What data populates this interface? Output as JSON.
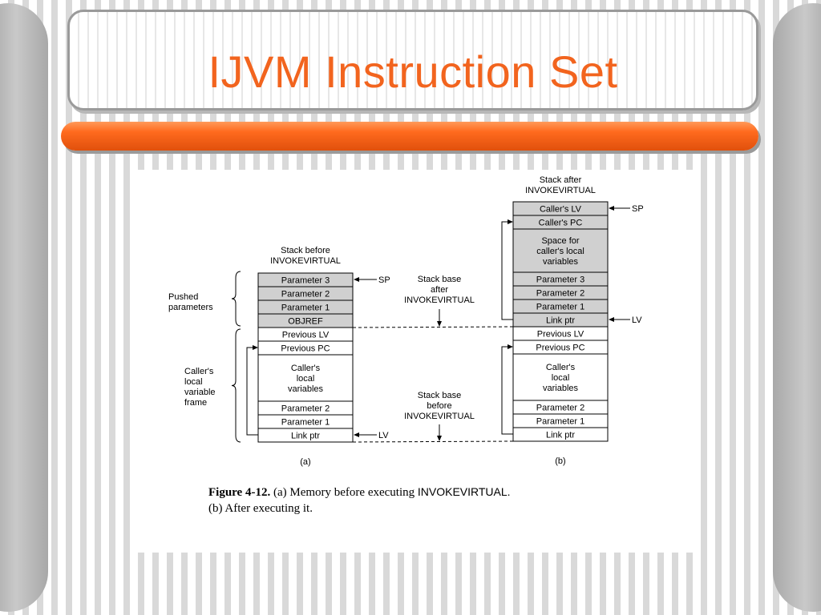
{
  "title": "IJVM Instruction Set",
  "diagram": {
    "stack_a_heading": [
      "Stack before",
      "INVOKEVIRTUAL"
    ],
    "stack_a_cells": [
      "Parameter 3",
      "Parameter 2",
      "Parameter 1",
      "OBJREF",
      "Previous LV",
      "Previous PC",
      "Caller's local variables",
      "Parameter 2",
      "Parameter 1",
      "Link ptr"
    ],
    "stack_b_heading": [
      "Stack after",
      "INVOKEVIRTUAL"
    ],
    "stack_b_cells": [
      "Caller's LV",
      "Caller's PC",
      "Space for caller's local variables",
      "Parameter 3",
      "Parameter 2",
      "Parameter 1",
      "Link ptr",
      "Previous LV",
      "Previous PC",
      "Caller's local variables",
      "Parameter 2",
      "Parameter 1",
      "Link ptr"
    ],
    "brace_pushed": [
      "Pushed",
      "parameters"
    ],
    "brace_frame": [
      "Caller's",
      "local",
      "variable",
      "frame"
    ],
    "pointer_sp": "SP",
    "pointer_lv": "LV",
    "stack_base_after": [
      "Stack base",
      "after",
      "INVOKEVIRTUAL"
    ],
    "stack_base_before": [
      "Stack base",
      "before",
      "INVOKEVIRTUAL"
    ],
    "label_a": "(a)",
    "label_b": "(b)"
  },
  "caption": {
    "figure_label": "Figure 4-12.",
    "text_1": "(a)  Memory  before  executing",
    "keyword": "INVOKEVIRTUAL.",
    "text_2": "(b) After executing it."
  },
  "colors": {
    "title": "#f2641e",
    "bar": "#ff6a1e",
    "cell_fill": "#d0d0d0",
    "cell_plain": "#ffffff"
  }
}
